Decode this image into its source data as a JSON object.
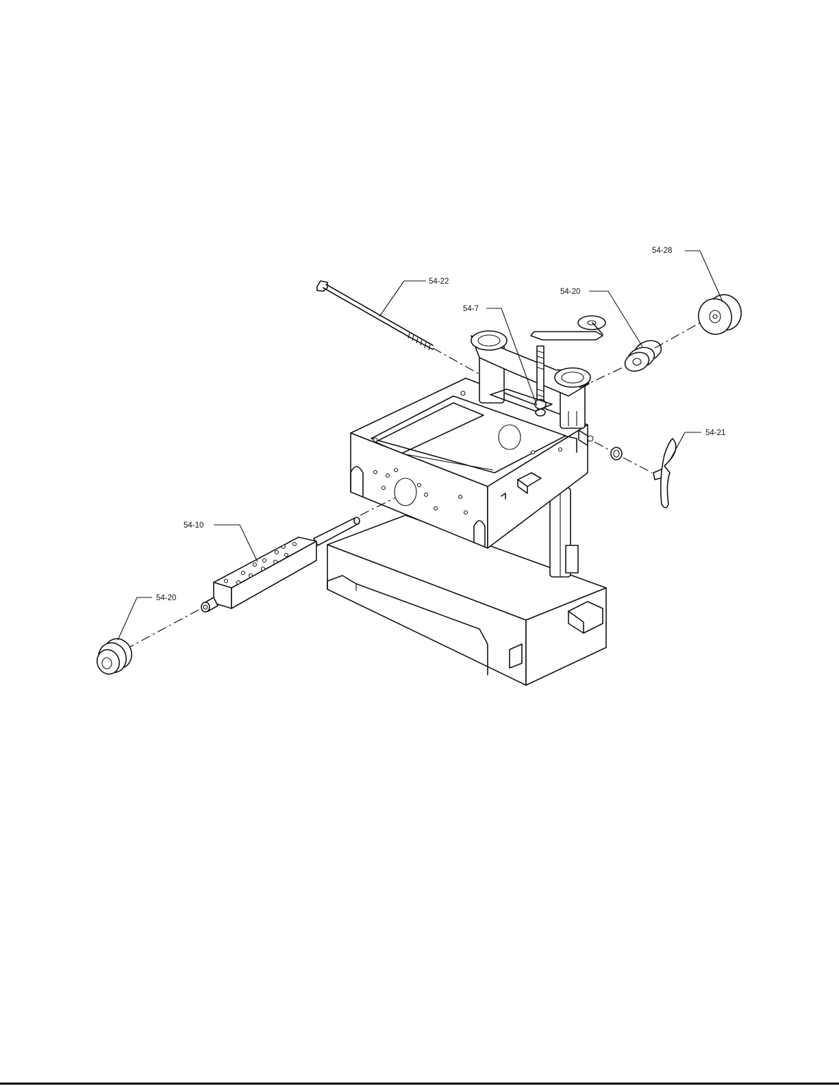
{
  "callouts": [
    {
      "id": "c1",
      "text": "54-28"
    },
    {
      "id": "c2",
      "text": "54-22"
    },
    {
      "id": "c3",
      "text": "54-20"
    },
    {
      "id": "c4",
      "text": "54-7"
    },
    {
      "id": "c5",
      "text": "54-21"
    },
    {
      "id": "c6",
      "text": "54-10"
    },
    {
      "id": "c7",
      "text": "54-20"
    }
  ]
}
